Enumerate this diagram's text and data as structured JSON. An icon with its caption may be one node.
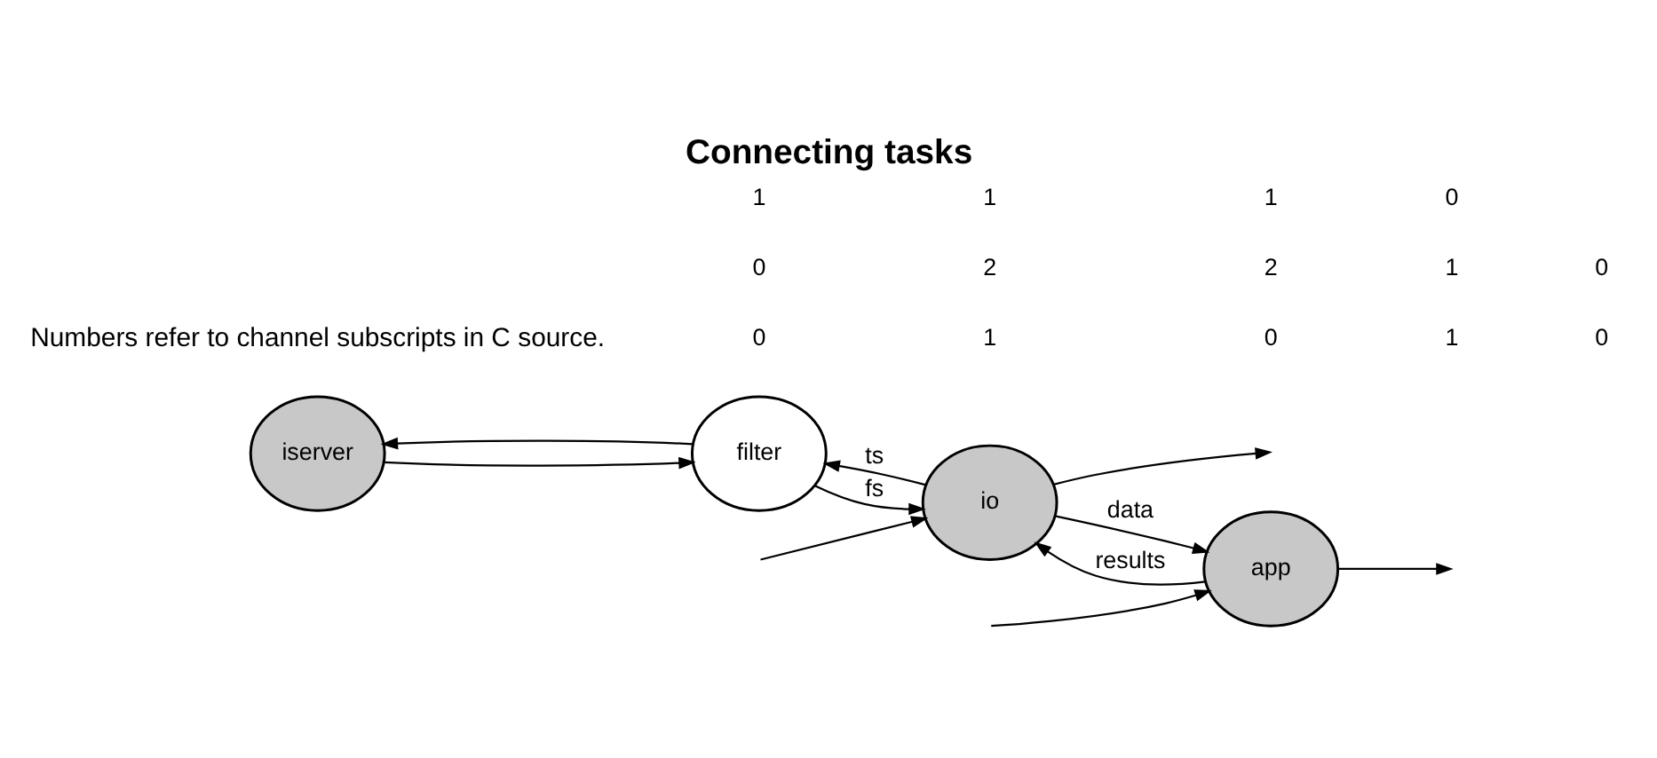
{
  "diagram": {
    "title": "Connecting tasks",
    "nodes": [
      {
        "text": [
          "iserver"
        ]
      },
      {
        "text": [
          "filter"
        ]
      },
      {
        "text": [
          "io"
        ]
      },
      {
        "text": [
          "app"
        ]
      }
    ],
    "edges": [
      {
        "from": 0,
        "to": 1,
        "arrow": "to"
      },
      {
        "from": 1,
        "to": 0,
        "arrow": "to"
      },
      {
        "from": 1,
        "to": 2,
        "arrow": "to",
        "label": "fs"
      },
      {
        "from": 2,
        "to": 1,
        "arrow": "to",
        "label": "ts"
      },
      {
        "from": 2,
        "to": 3,
        "arrow": "to",
        "label": "data"
      },
      {
        "from": 3,
        "to": 2,
        "arrow": "to",
        "label": "results"
      },
      {
        "from": 2,
        "to": null,
        "arrow": "to"
      },
      {
        "from": null,
        "to": 2,
        "arrow": "to"
      },
      {
        "from": null,
        "to": 3,
        "arrow": "to"
      },
      {
        "from": 3,
        "to": null,
        "arrow": "to"
      }
    ],
    "labels": [
      "Numbers refer to channel subscripts in C source.",
      "0",
      "0",
      "1",
      "1",
      "2",
      "1",
      "0",
      "2",
      "1",
      "1",
      "1",
      "0",
      "0",
      "0"
    ]
  }
}
